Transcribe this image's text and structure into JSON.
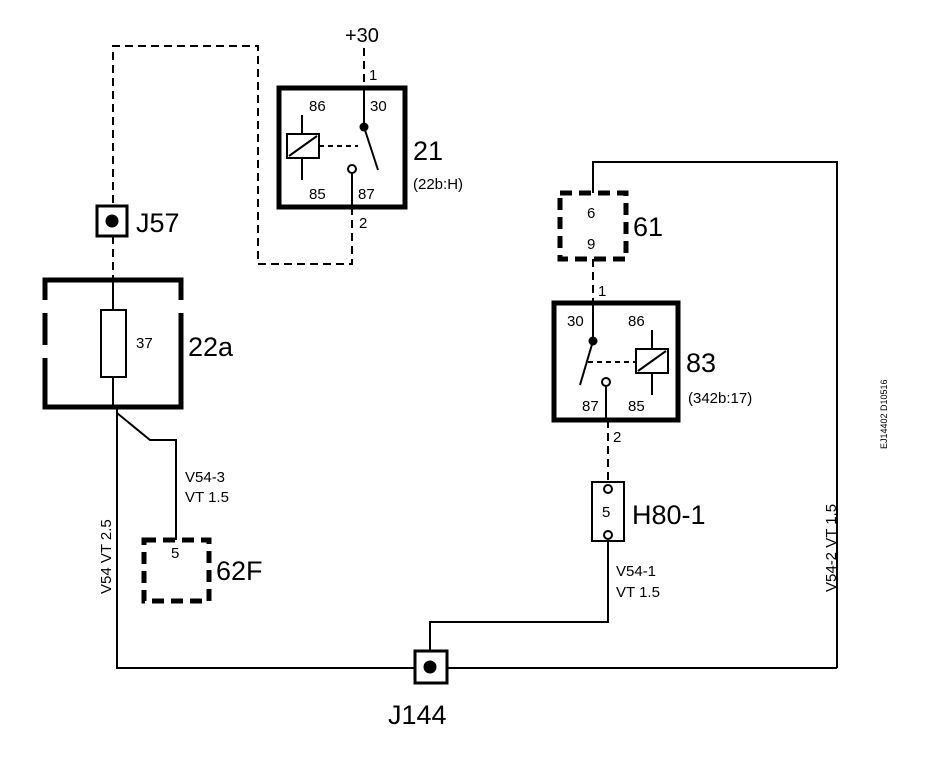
{
  "supply": {
    "label": "+30"
  },
  "relay21": {
    "id": "21",
    "ref": "(22b:H)",
    "pin_in": "1",
    "pin_out": "2",
    "t86": "86",
    "t30": "30",
    "t85": "85",
    "t87": "87"
  },
  "relay83": {
    "id": "83",
    "ref": "(342b:17)",
    "pin_in": "1",
    "pin_out": "2",
    "t30": "30",
    "t86": "86",
    "t87": "87",
    "t85": "85"
  },
  "connector61": {
    "id": "61",
    "pin_top": "6",
    "pin_bottom": "9"
  },
  "junctionJ57": {
    "id": "J57"
  },
  "fusebox22a": {
    "id": "22a",
    "fuse": "37"
  },
  "connector62F": {
    "id": "62F",
    "pin": "5"
  },
  "connectorH80": {
    "id": "H80-1",
    "pin": "5"
  },
  "junctionJ144": {
    "id": "J144"
  },
  "wires": {
    "v54": "V54  VT   2.5",
    "v54_3_a": "V54-3",
    "v54_3_b": "VT   1.5",
    "v54_1_a": "V54-1",
    "v54_1_b": "VT    1.5",
    "v54_2": "V54-2  VT    1.5"
  },
  "doc_code": "EJ14402 D10516"
}
